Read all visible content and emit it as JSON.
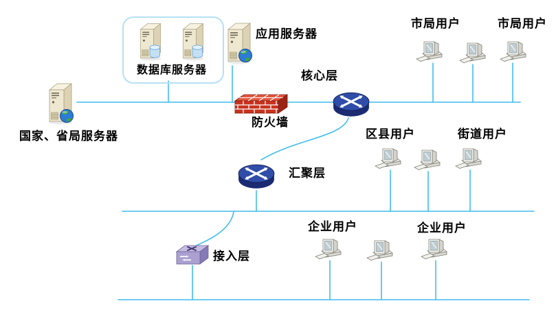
{
  "diagram": {
    "type": "network-topology",
    "colors": {
      "connection_line": "#3FBCEE",
      "router_body": "#1B2B72",
      "router_top": "#2F4DA8",
      "firewall_red": "#C8321D",
      "switch_purple": "#ABA0CF",
      "server_beige": "#EFE8D0",
      "group_box_border": "#B5E0F5",
      "label_text": "#000000"
    },
    "nodes": {
      "national_server": {
        "label": "国家、省局服务器",
        "icon": "server-globe-icon"
      },
      "database_group": {
        "label": "数据库服务器",
        "icon": "database-server-icon",
        "server_count": 2
      },
      "app_server": {
        "label": "应用服务器",
        "icon": "server-globe-icon"
      },
      "firewall": {
        "label": "防火墙",
        "icon": "firewall-icon"
      },
      "core_layer": {
        "label": "核心层",
        "icon": "router-icon"
      },
      "aggregation_layer": {
        "label": "汇聚层",
        "icon": "router-icon"
      },
      "access_layer": {
        "label": "接入层",
        "icon": "switch-icon"
      },
      "city_users_1": {
        "label": "市局用户",
        "icon": "computer-icon"
      },
      "city_users_2": {
        "label": "市局用户",
        "icon": "computer-icon"
      },
      "district_users": {
        "label": "区县用户",
        "icon": "computer-icon"
      },
      "street_users": {
        "label": "街道用户",
        "icon": "computer-icon"
      },
      "enterprise_users_1": {
        "label": "企业用户",
        "icon": "computer-icon"
      },
      "enterprise_users_2": {
        "label": "企业用户",
        "icon": "computer-icon"
      }
    },
    "edges": [
      {
        "from": "national_server",
        "to": "core_backbone"
      },
      {
        "from": "database_group",
        "to": "core_backbone"
      },
      {
        "from": "app_server",
        "to": "core_backbone"
      },
      {
        "from": "firewall",
        "to": "core_backbone"
      },
      {
        "from": "city_users_1",
        "to": "core_backbone"
      },
      {
        "from": "city_users_2",
        "to": "core_backbone"
      },
      {
        "from": "core_layer",
        "to": "aggregation_layer"
      },
      {
        "from": "aggregation_layer",
        "to": "distribution_backbone"
      },
      {
        "from": "district_users",
        "to": "distribution_backbone"
      },
      {
        "from": "street_users",
        "to": "distribution_backbone"
      },
      {
        "from": "access_layer",
        "to": "distribution_backbone"
      },
      {
        "from": "access_layer",
        "to": "access_backbone"
      },
      {
        "from": "enterprise_users_1",
        "to": "access_backbone"
      },
      {
        "from": "enterprise_users_2",
        "to": "access_backbone"
      }
    ]
  }
}
